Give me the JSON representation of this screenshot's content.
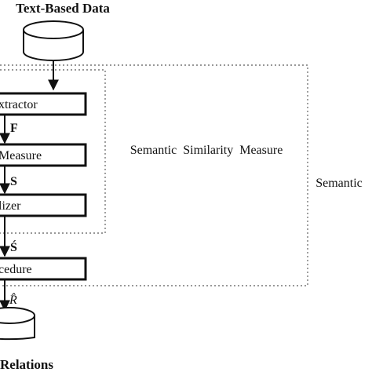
{
  "top_label": "Text-Based Data",
  "boxes": {
    "extractor": "xtractor",
    "measure": "Measure",
    "normalizer": "lizer",
    "procedure": "cedure"
  },
  "edge_labels": {
    "f": "F",
    "s": "S",
    "s_prime": "Ś",
    "r_hat": "R̂"
  },
  "groups": {
    "inner": "Semantic  Similarity  Measure",
    "outer": "Semantic"
  },
  "bottom_label": "Relations"
}
